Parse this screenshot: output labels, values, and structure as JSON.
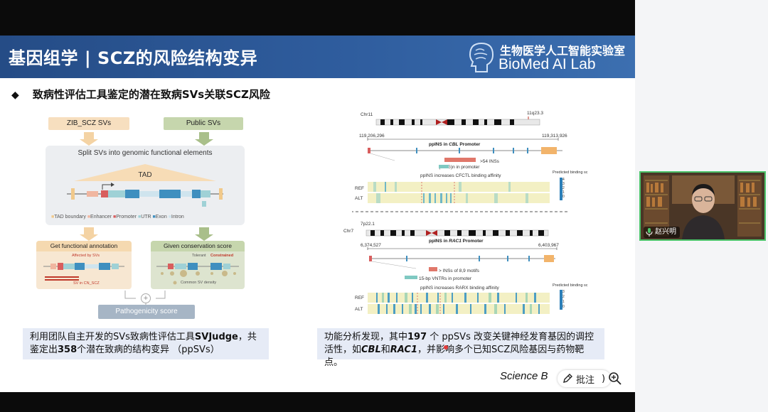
{
  "slide": {
    "title": "基因组学 | SCZ的风险结构变异",
    "logo": {
      "cn": "生物医学人工智能实验室",
      "en": "BioMed AI Lab"
    },
    "bullet": {
      "mark": "◆",
      "text": "致病性评估工具鉴定的潜在致病SVs关联SCZ风险"
    }
  },
  "left_figure": {
    "source_a": "ZIB_SCZ SVs",
    "source_b": "Public SVs",
    "split_title": "Split SVs into genomic functional elements",
    "tad_label": "TAD",
    "legend": [
      "TAD boundary",
      "Enhancer",
      "Promoter",
      "UTR",
      "Exon",
      "Intron"
    ],
    "annotation_title": "Get functional annotation",
    "annotation_affected": "Affected by SVs",
    "annotation_sv": "SV in CN_SCZ",
    "conservation_title": "Given conservation score",
    "conservation_tolerant": "Tolerant",
    "conservation_constrained": "Constrained",
    "conservation_density": "Common SV density",
    "score_label": "Pathogenicity score",
    "plus": "+"
  },
  "right_figure": {
    "top": {
      "chrom": "Chr11",
      "band": "11q23.3",
      "start": "119,206,296",
      "end": "119,313,926",
      "gene_title_prefix": "ppINS in ",
      "gene": "CBL",
      "gene_title_suffix": " Promoter",
      "ins_note": ">54 INSs",
      "cgg_note": "(CGG)n in promoter",
      "affinity_title": "ppINS increases CFCTL binding affinity",
      "ref": "REF",
      "alt": "ALT",
      "scale_title": "Predicted binding sc",
      "scale_ticks": [
        "4",
        "3",
        "2",
        "1",
        "0"
      ]
    },
    "bottom": {
      "chrom": "Chr7",
      "band": "7p22.1",
      "start": "6,374,527",
      "end": "6,403,967",
      "gene_title_prefix": "ppINS in ",
      "gene": "RAC1",
      "gene_title_suffix": " Promoter",
      "ins_note": "> INSs of 8,9 motifs",
      "vntr_note": "15-bp VNTRs in promoter",
      "affinity_title": "ppINS increases RARX binding affinity",
      "ref": "REF",
      "alt": "ALT",
      "scale_title": "Predicted binding sc",
      "scale_ticks": [
        "3",
        "2",
        "1",
        "0"
      ]
    }
  },
  "summary_left": {
    "p1": "利用团队自主开发的SVs致病性评估工具",
    "b1": "SVJudge",
    "p2": "，共鉴定出",
    "b2": "358",
    "p3": "个潜在致病的结构变异 （ppSVs）"
  },
  "summary_right": {
    "p1": "功能分析发现，其中",
    "b1": "197",
    "p2": " 个 ppSVs 改变关键神经发育基因的调控活性，如",
    "b2": "CBL",
    "p3": "和",
    "b3": "RAC1",
    "p4": "，并影响多个已知SCZ风险基因与药物靶点。"
  },
  "citation": {
    "text": "Science B"
  },
  "toolbar": {
    "annotate_label": "批注",
    "bracket": ")"
  },
  "video": {
    "participant_name": "赵兴明"
  },
  "colors": {
    "title_band": "#2f5d9e",
    "summary_bg": "#e6ebf6",
    "video_border": "#4cc46a"
  }
}
